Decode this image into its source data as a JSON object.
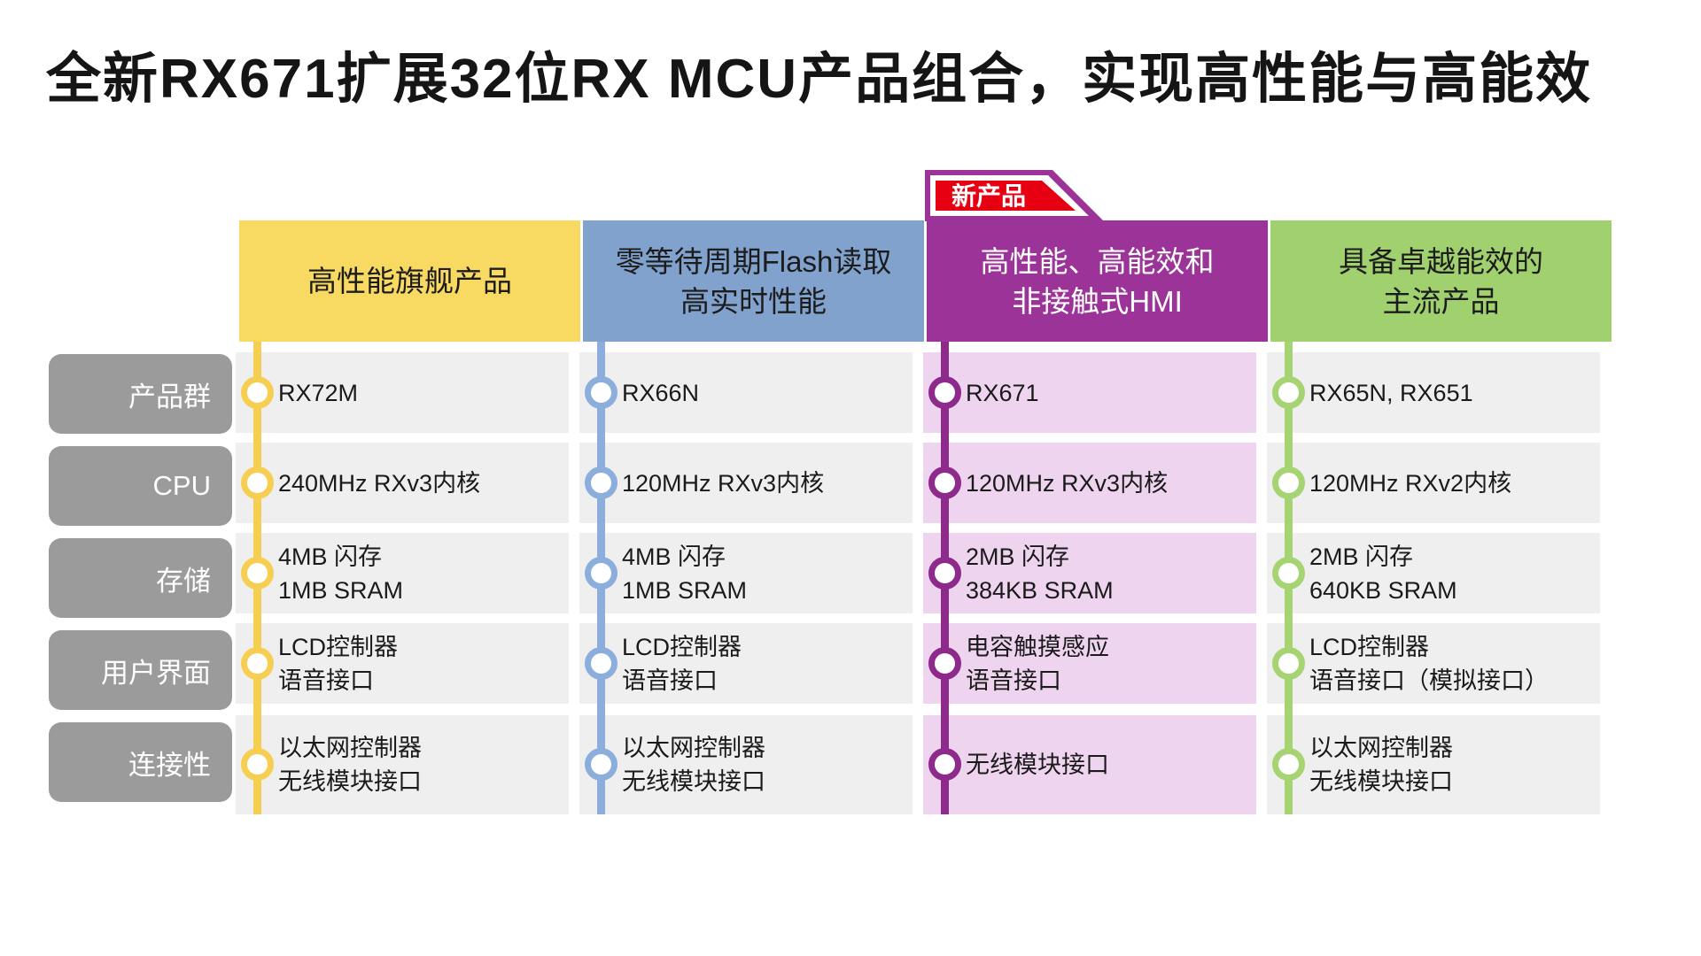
{
  "title": "全新RX671扩展32位RX MCU产品组合，实现高性能与高能效",
  "badge": {
    "label": "新产品",
    "color": "#E60012"
  },
  "colors": {
    "label_gray": "#9B9B9B",
    "row_gray": "#EFEFEF",
    "title_text": "#151515"
  },
  "row_labels": [
    "产品群",
    "CPU",
    "存储",
    "用户界面",
    "连接性"
  ],
  "columns": [
    {
      "id": "flagship",
      "header_lines": [
        "高性能旗舰产品"
      ],
      "colors": {
        "header": "#F8DA62",
        "line": "#F6CF52",
        "band": "#EFEFEF"
      },
      "cells": [
        {
          "lines": [
            "RX72M"
          ]
        },
        {
          "lines": [
            "240MHz RXv3内核"
          ]
        },
        {
          "lines": [
            "4MB 闪存",
            "1MB SRAM"
          ]
        },
        {
          "lines": [
            "LCD控制器",
            "语音接口"
          ]
        },
        {
          "lines": [
            "以太网控制器",
            "无线模块接口"
          ]
        }
      ]
    },
    {
      "id": "zero-wait-flash",
      "header_lines": [
        "零等待周期Flash读取",
        "高实时性能"
      ],
      "colors": {
        "header": "#80A2CC",
        "line": "#8CAEDC",
        "band": "#EFEFEF"
      },
      "cells": [
        {
          "lines": [
            "RX66N"
          ]
        },
        {
          "lines": [
            "120MHz RXv3内核"
          ]
        },
        {
          "lines": [
            "4MB 闪存",
            "1MB SRAM"
          ]
        },
        {
          "lines": [
            "LCD控制器",
            "语音接口"
          ]
        },
        {
          "lines": [
            "以太网控制器",
            "无线模块接口"
          ]
        }
      ]
    },
    {
      "id": "new-rx671",
      "header_lines": [
        "高性能、高能效和",
        "非接触式HMI"
      ],
      "colors": {
        "header": "#9B3398",
        "line": "#8D2A8C",
        "band": "#EED4EF"
      },
      "cells": [
        {
          "lines": [
            "RX671"
          ]
        },
        {
          "lines": [
            "120MHz RXv3内核"
          ]
        },
        {
          "lines": [
            "2MB 闪存",
            "384KB SRAM"
          ]
        },
        {
          "lines": [
            "电容触摸感应",
            "语音接口"
          ]
        },
        {
          "lines": [
            "无线模块接口"
          ]
        }
      ]
    },
    {
      "id": "mainstream",
      "header_lines": [
        "具备卓越能效的",
        "主流产品"
      ],
      "colors": {
        "header": "#A1D06F",
        "line": "#A7D472",
        "band": "#EFEFEF"
      },
      "cells": [
        {
          "lines": [
            "RX65N, RX651"
          ]
        },
        {
          "lines": [
            "120MHz RXv2内核"
          ]
        },
        {
          "lines": [
            "2MB 闪存",
            "640KB SRAM"
          ]
        },
        {
          "lines": [
            "LCD控制器",
            "语音接口（模拟接口）"
          ]
        },
        {
          "lines": [
            "以太网控制器",
            "无线模块接口"
          ]
        }
      ]
    }
  ]
}
